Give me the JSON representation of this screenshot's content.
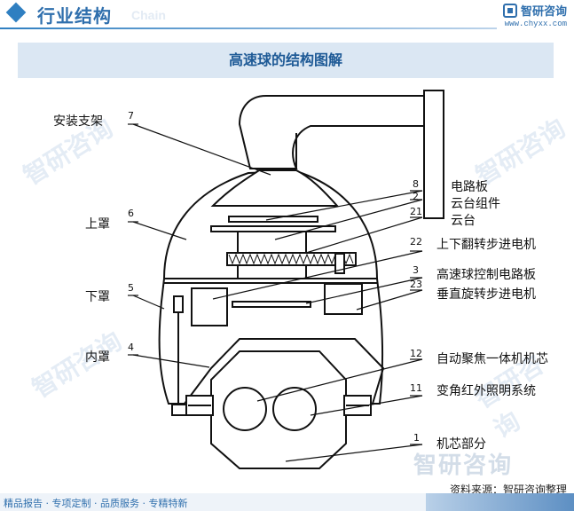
{
  "header": {
    "title": "行业结构",
    "title_en": "Chain",
    "brand_name": "智研咨询",
    "brand_url": "www.chyxx.com"
  },
  "caption": "高速球的结构图解",
  "diagram": {
    "left_labels": [
      {
        "text": "安装支架",
        "num": "7"
      },
      {
        "text": "上罩",
        "num": "6"
      },
      {
        "text": "下罩",
        "num": "5"
      },
      {
        "text": "内罩",
        "num": "4"
      }
    ],
    "right_labels": [
      {
        "text": "电路板",
        "num": "8"
      },
      {
        "text": "云台组件",
        "num": "2"
      },
      {
        "text": "云台",
        "num": "21"
      },
      {
        "text": "上下翻转步进电机",
        "num": "22"
      },
      {
        "text": "高速球控制电路板",
        "num": "3"
      },
      {
        "text": "垂直旋转步进电机",
        "num": "23"
      },
      {
        "text": "自动聚焦一体机机芯",
        "num": "12"
      },
      {
        "text": "变角红外照明系统",
        "num": "11"
      },
      {
        "text": "机芯部分",
        "num": "1"
      }
    ]
  },
  "footer": {
    "items": "精品报告 · 专项定制 · 品质服务 · 专精特新",
    "source": "资料来源：智研咨询整理",
    "watermark": "智研咨询"
  }
}
